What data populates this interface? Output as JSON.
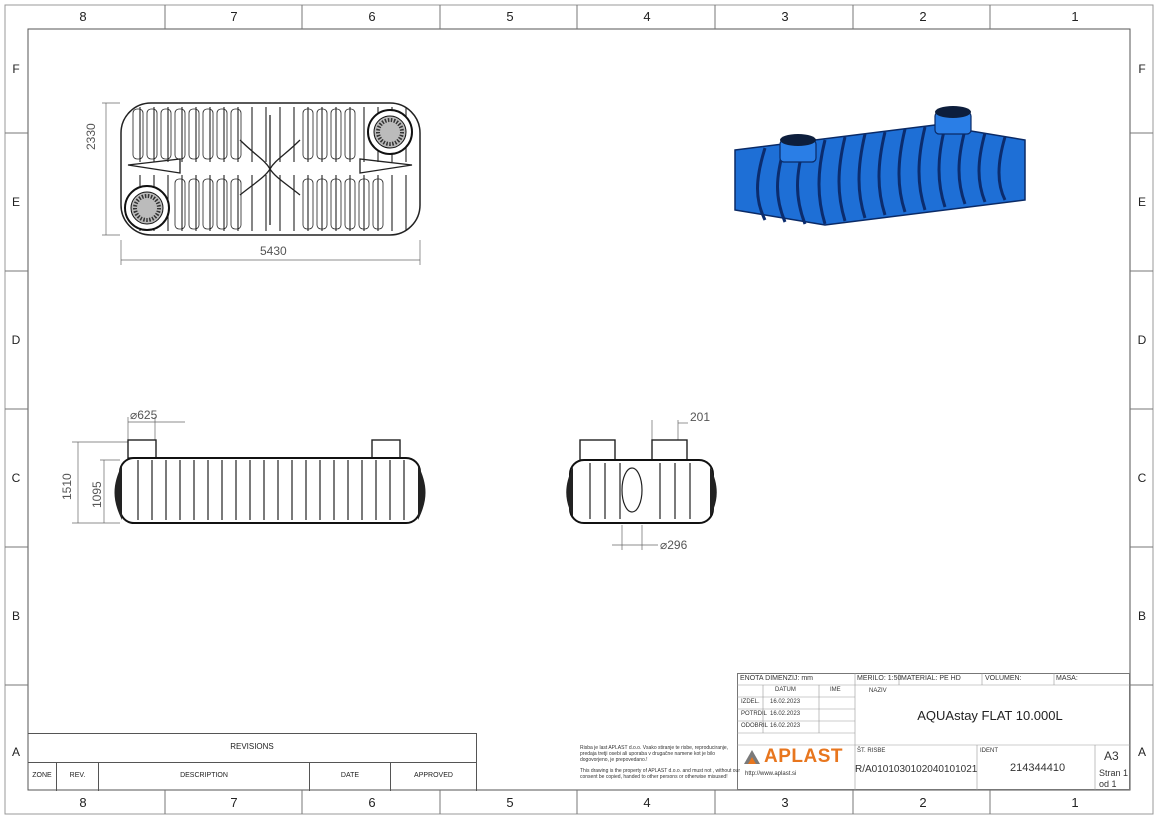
{
  "frame": {
    "columns": [
      "8",
      "7",
      "6",
      "5",
      "4",
      "3",
      "2",
      "1"
    ],
    "rows": [
      "F",
      "E",
      "D",
      "C",
      "B",
      "A"
    ]
  },
  "dimensions": {
    "top_height": "2330",
    "top_length": "5430",
    "side_manhole_dia": "⌀625",
    "side_total_height": "1510",
    "side_body_height": "1095",
    "end_top_dim": "201",
    "end_pipe_dia": "⌀296"
  },
  "revisions": {
    "title": "REVISIONS",
    "headers": [
      "ZONE",
      "REV.",
      "DESCRIPTION",
      "DATE",
      "APPROVED"
    ]
  },
  "title_block": {
    "unit_label": "ENOTA DIMENZIJ: mm",
    "scale_label": "MERILO: 1:50",
    "material_label": "MATERIAL: PE HD",
    "volume_label": "VOLUMEN:",
    "mass_label": "MASA:",
    "date_header": "DATUM",
    "name_header": "IME",
    "naziv_label": "NAZIV",
    "rows": [
      {
        "label": "IZDEL.",
        "date": "16.02.2023"
      },
      {
        "label": "POTRDIL",
        "date": "16.02.2023"
      },
      {
        "label": "ODOBRIL",
        "date": "16.02.2023"
      }
    ],
    "product_title": "AQUAstay FLAT 10.000L",
    "drawing_no_label": "ŠT. RISBE",
    "drawing_no": "R/A0101030102040101021",
    "ident_label": "IDENT",
    "ident": "214344410",
    "sheet_size": "A3",
    "page": "Stran 1",
    "page_of": "od 1",
    "copyright_si": "Risba je last APLAST d.o.o. Vsako stiranje te risbe, reproduciranje, predaja tretji osebi ali uporaba v drugačne namene kot je bilo dogovorjeno, je prepovedano.!",
    "copyright_en": "This drawing is the property of APLAST d.o.o. and must not , without our consent be copied, handed to other persons or otherwise misused!",
    "logo_text": "APLAST",
    "website": "http://www.aplast.si"
  },
  "colors": {
    "tank_blue": "#1e6fd6",
    "logo_orange": "#e8761e",
    "logo_gray": "#7a7a7a"
  }
}
